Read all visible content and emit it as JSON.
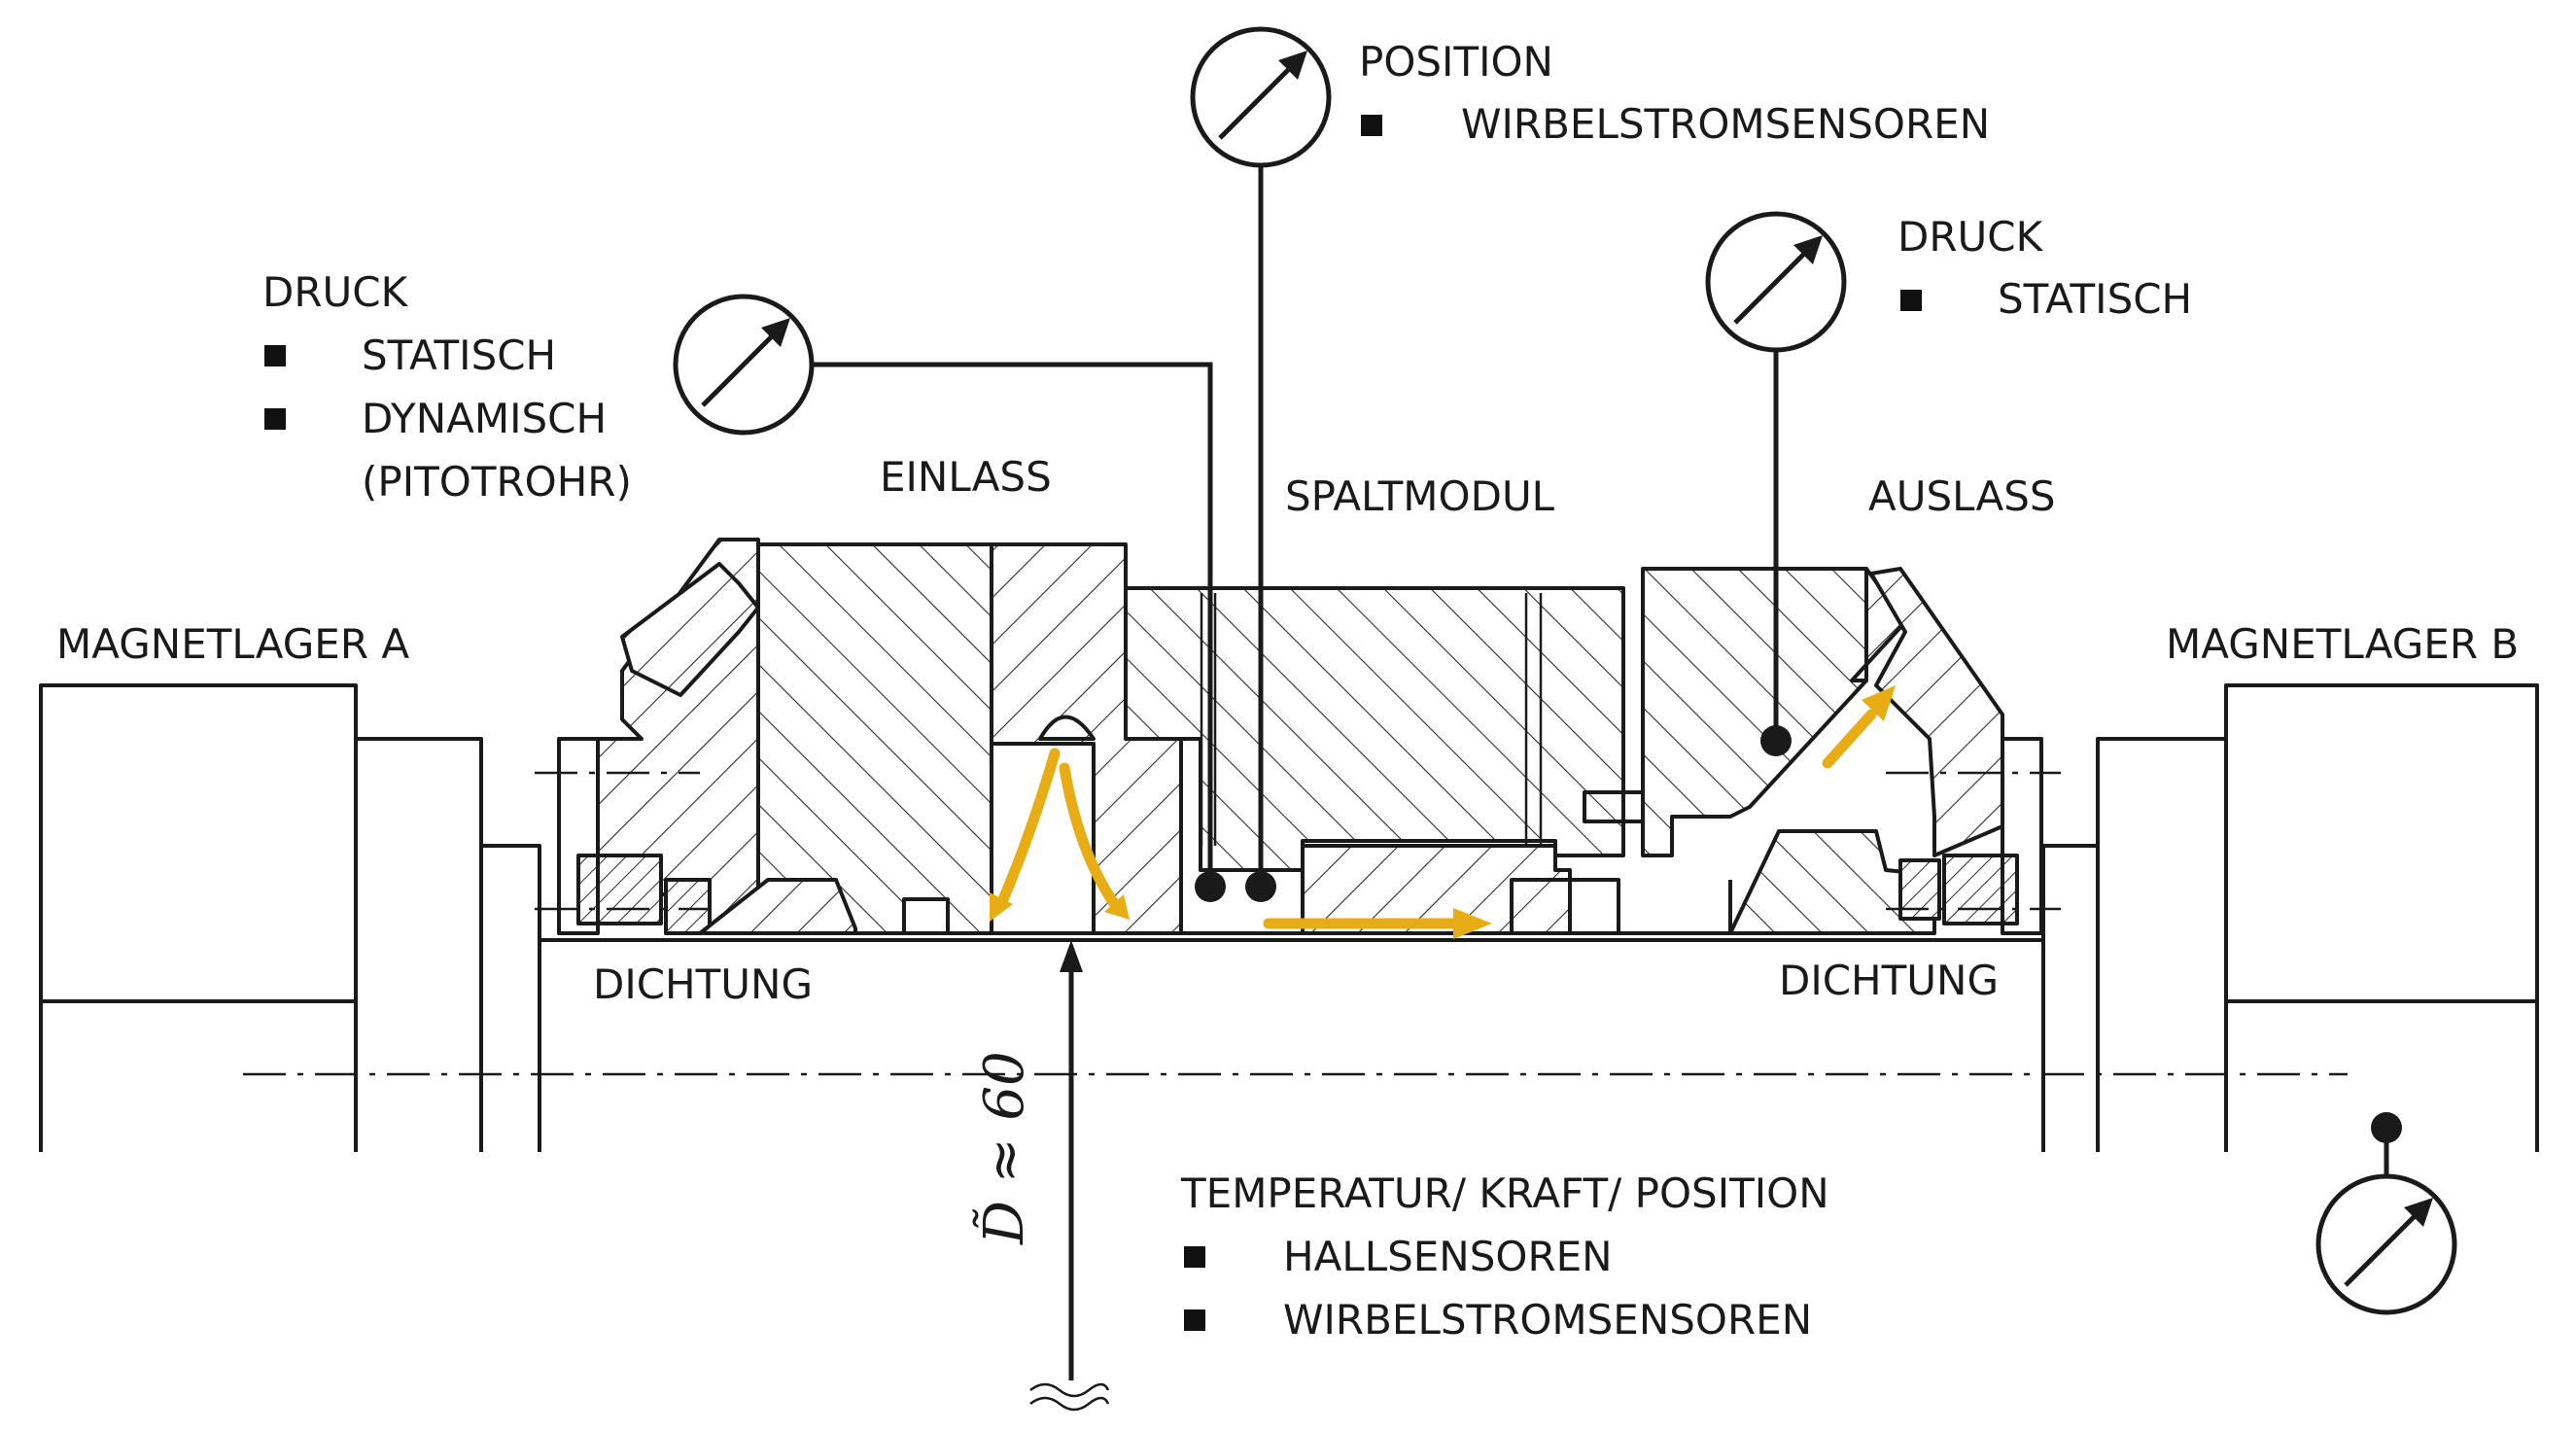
{
  "labels": {
    "position_title": "POSITION",
    "position_item": "WIRBELSTROMSENSOREN",
    "druck_left_title": "DRUCK",
    "druck_left_item1": "STATISCH",
    "druck_left_item2": "DYNAMISCH",
    "druck_left_item2b": "(PITOTROHR)",
    "druck_right_title": "DRUCK",
    "druck_right_item": "STATISCH",
    "einlass": "EINLASS",
    "spaltmodul": "SPALTMODUL",
    "auslass": "AUSLASS",
    "magnetlager_a": "MAGNETLAGER A",
    "magnetlager_b": "MAGNETLAGER B",
    "dichtung_left": "DICHTUNG",
    "dichtung_right": "DICHTUNG",
    "diameter": "D̃ ≈ 60",
    "bottom_title": "TEMPERATUR/ KRAFT/ POSITION",
    "bottom_item1": "HALLSENSOREN",
    "bottom_item2": "WIRBELSTROMSENSOREN"
  },
  "colors": {
    "line": "#1a1a1a",
    "flow_arrow": "#e8ac14"
  },
  "icons": [
    "gauge-icon",
    "bullet-square-icon",
    "flow-arrow-icon",
    "break-mark-icon"
  ]
}
